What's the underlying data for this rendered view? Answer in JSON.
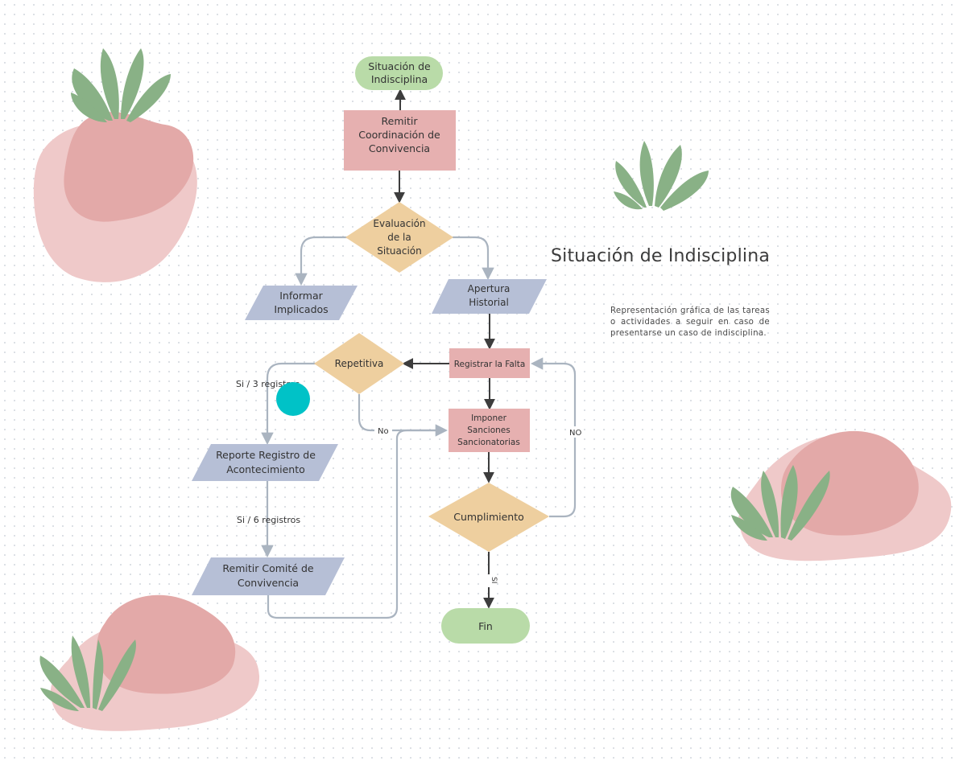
{
  "diagram": {
    "title": "Situación de Indisciplina",
    "description": "Representación gráfica de las tareas o actividades a seguir en caso de presentarse un caso de indisciplina.",
    "nodes": {
      "start": [
        "Situación de",
        "Indisciplina"
      ],
      "remitir_coordinacion": [
        "Remitir",
        "Coordinación de",
        "Convivencia"
      ],
      "evaluacion": [
        "Evaluación",
        "de la",
        "Situación"
      ],
      "informar": [
        "Informar",
        "Implicados"
      ],
      "apertura": [
        "Apertura",
        "Historial"
      ],
      "registrar": [
        "Registrar la Falta"
      ],
      "repetitiva": [
        "Repetitiva"
      ],
      "imponer": [
        "Imponer",
        "Sanciones",
        "Sancionatorias"
      ],
      "reporte": [
        "Reporte Registro de",
        "Acontecimiento"
      ],
      "cumplimiento": [
        "Cumplimiento"
      ],
      "remitir_comite": [
        "Remitir Comité de",
        "Convivencia"
      ],
      "fin": [
        "Fin"
      ]
    },
    "edge_labels": {
      "si_3": "Si / 3 registros",
      "si_6": "Si / 6 registros",
      "no": "No",
      "no_upper": "NO",
      "si": "SI"
    },
    "colors": {
      "terminal": "#b9dba8",
      "process_pink": "#e6b0b0",
      "decision": "#eecf9f",
      "data_blue": "#b6bfd6",
      "connector_gray": "#aab4c0",
      "arrow_dark": "#3d3d3d",
      "leaf_green": "#89b186",
      "blob_pink_light": "#efc9c9",
      "blob_pink_dark": "#e3a9a8",
      "marker_teal": "#00c2c7"
    }
  }
}
